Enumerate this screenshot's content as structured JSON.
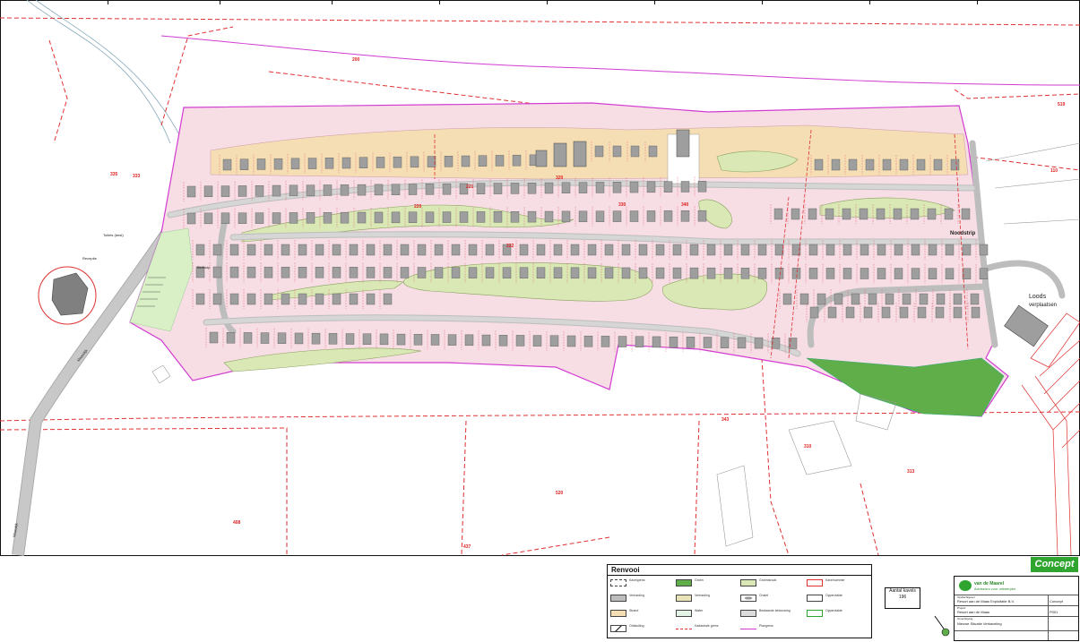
{
  "labels": {
    "noodstrip": "Noodstrip",
    "loods": "Loods",
    "verplaatsen": "verplaatsen",
    "receptie": "Receptie",
    "toilets_bestaand": "Toilets (best)",
    "bedkuip": "Bedkuip",
    "straatnaam": "Maasdijk",
    "straatnaam2": "Maasdijk"
  },
  "parcel_numbers": [
    "200",
    "335",
    "333",
    "220",
    "221",
    "222",
    "320",
    "330",
    "340",
    "343",
    "310",
    "313",
    "110",
    "408",
    "520",
    "437",
    "519"
  ],
  "legend": {
    "title": "Renvooi",
    "items": [
      {
        "label": "Kavelgrens",
        "color": "#ffffff",
        "pattern": "dash"
      },
      {
        "label": "Groen",
        "color": "#5fae4a",
        "pattern": "solid"
      },
      {
        "label": "Groenstrook",
        "color": "#d9e8b4",
        "pattern": "solid"
      },
      {
        "label": "Kavelnummer",
        "color": "#ffffff",
        "pattern": "red"
      },
      {
        "label": "Verharding",
        "color": "#bdbdbd",
        "pattern": "solid"
      },
      {
        "label": "Verharding",
        "color": "#e8e4b8",
        "pattern": "solid"
      },
      {
        "label": "Chalet",
        "color": "#ffffff",
        "pattern": "diamond"
      },
      {
        "label": "Oppervlakte",
        "color": "#ffffff",
        "pattern": "text"
      },
      {
        "label": "Strand",
        "color": "#f5deb3",
        "pattern": "solid"
      },
      {
        "label": "Water",
        "color": "#e3f3e6",
        "pattern": "solid"
      },
      {
        "label": "Bestaande bebouwing",
        "color": "#ffffff",
        "pattern": "grey"
      },
      {
        "label": "Oppervlakte",
        "color": "#ffffff",
        "pattern": "green"
      },
      {
        "label": "Ontsluiting",
        "color": "#ffffff",
        "pattern": "slash"
      },
      {
        "label": "Kadastrale grens",
        "color": "#ffffff",
        "pattern": "reddash"
      },
      {
        "label": "Plangrens",
        "color": "#ffffff",
        "pattern": "purple"
      }
    ]
  },
  "scale": {
    "title": "Aantal kavels",
    "value": "196"
  },
  "concept": "Concept",
  "titleblock": {
    "brand_line1": "van de Maarel",
    "brand_line2": "Adviseurs voor ontwerpen",
    "client_label": "Opdrachtgever",
    "client": "Resort aan de Maas Exploitatie B.V.",
    "project_label": "Project",
    "project": "Resort aan de Maas",
    "drawing_label": "Omschrijving",
    "drawing": "Nieuwe Situatie Verkaveling",
    "status": "Concept",
    "number": "P001"
  },
  "colors": {
    "plot_pink": "#f7dde4",
    "road_grey": "#c8c8c8",
    "green_strip": "#d9e8b4",
    "beach": "#f5deb3",
    "boundary_purple": "#d23bd2",
    "boundary_red": "#e03030",
    "chalet_grey": "#9e9e9e",
    "dark_green": "#5fae4a"
  }
}
